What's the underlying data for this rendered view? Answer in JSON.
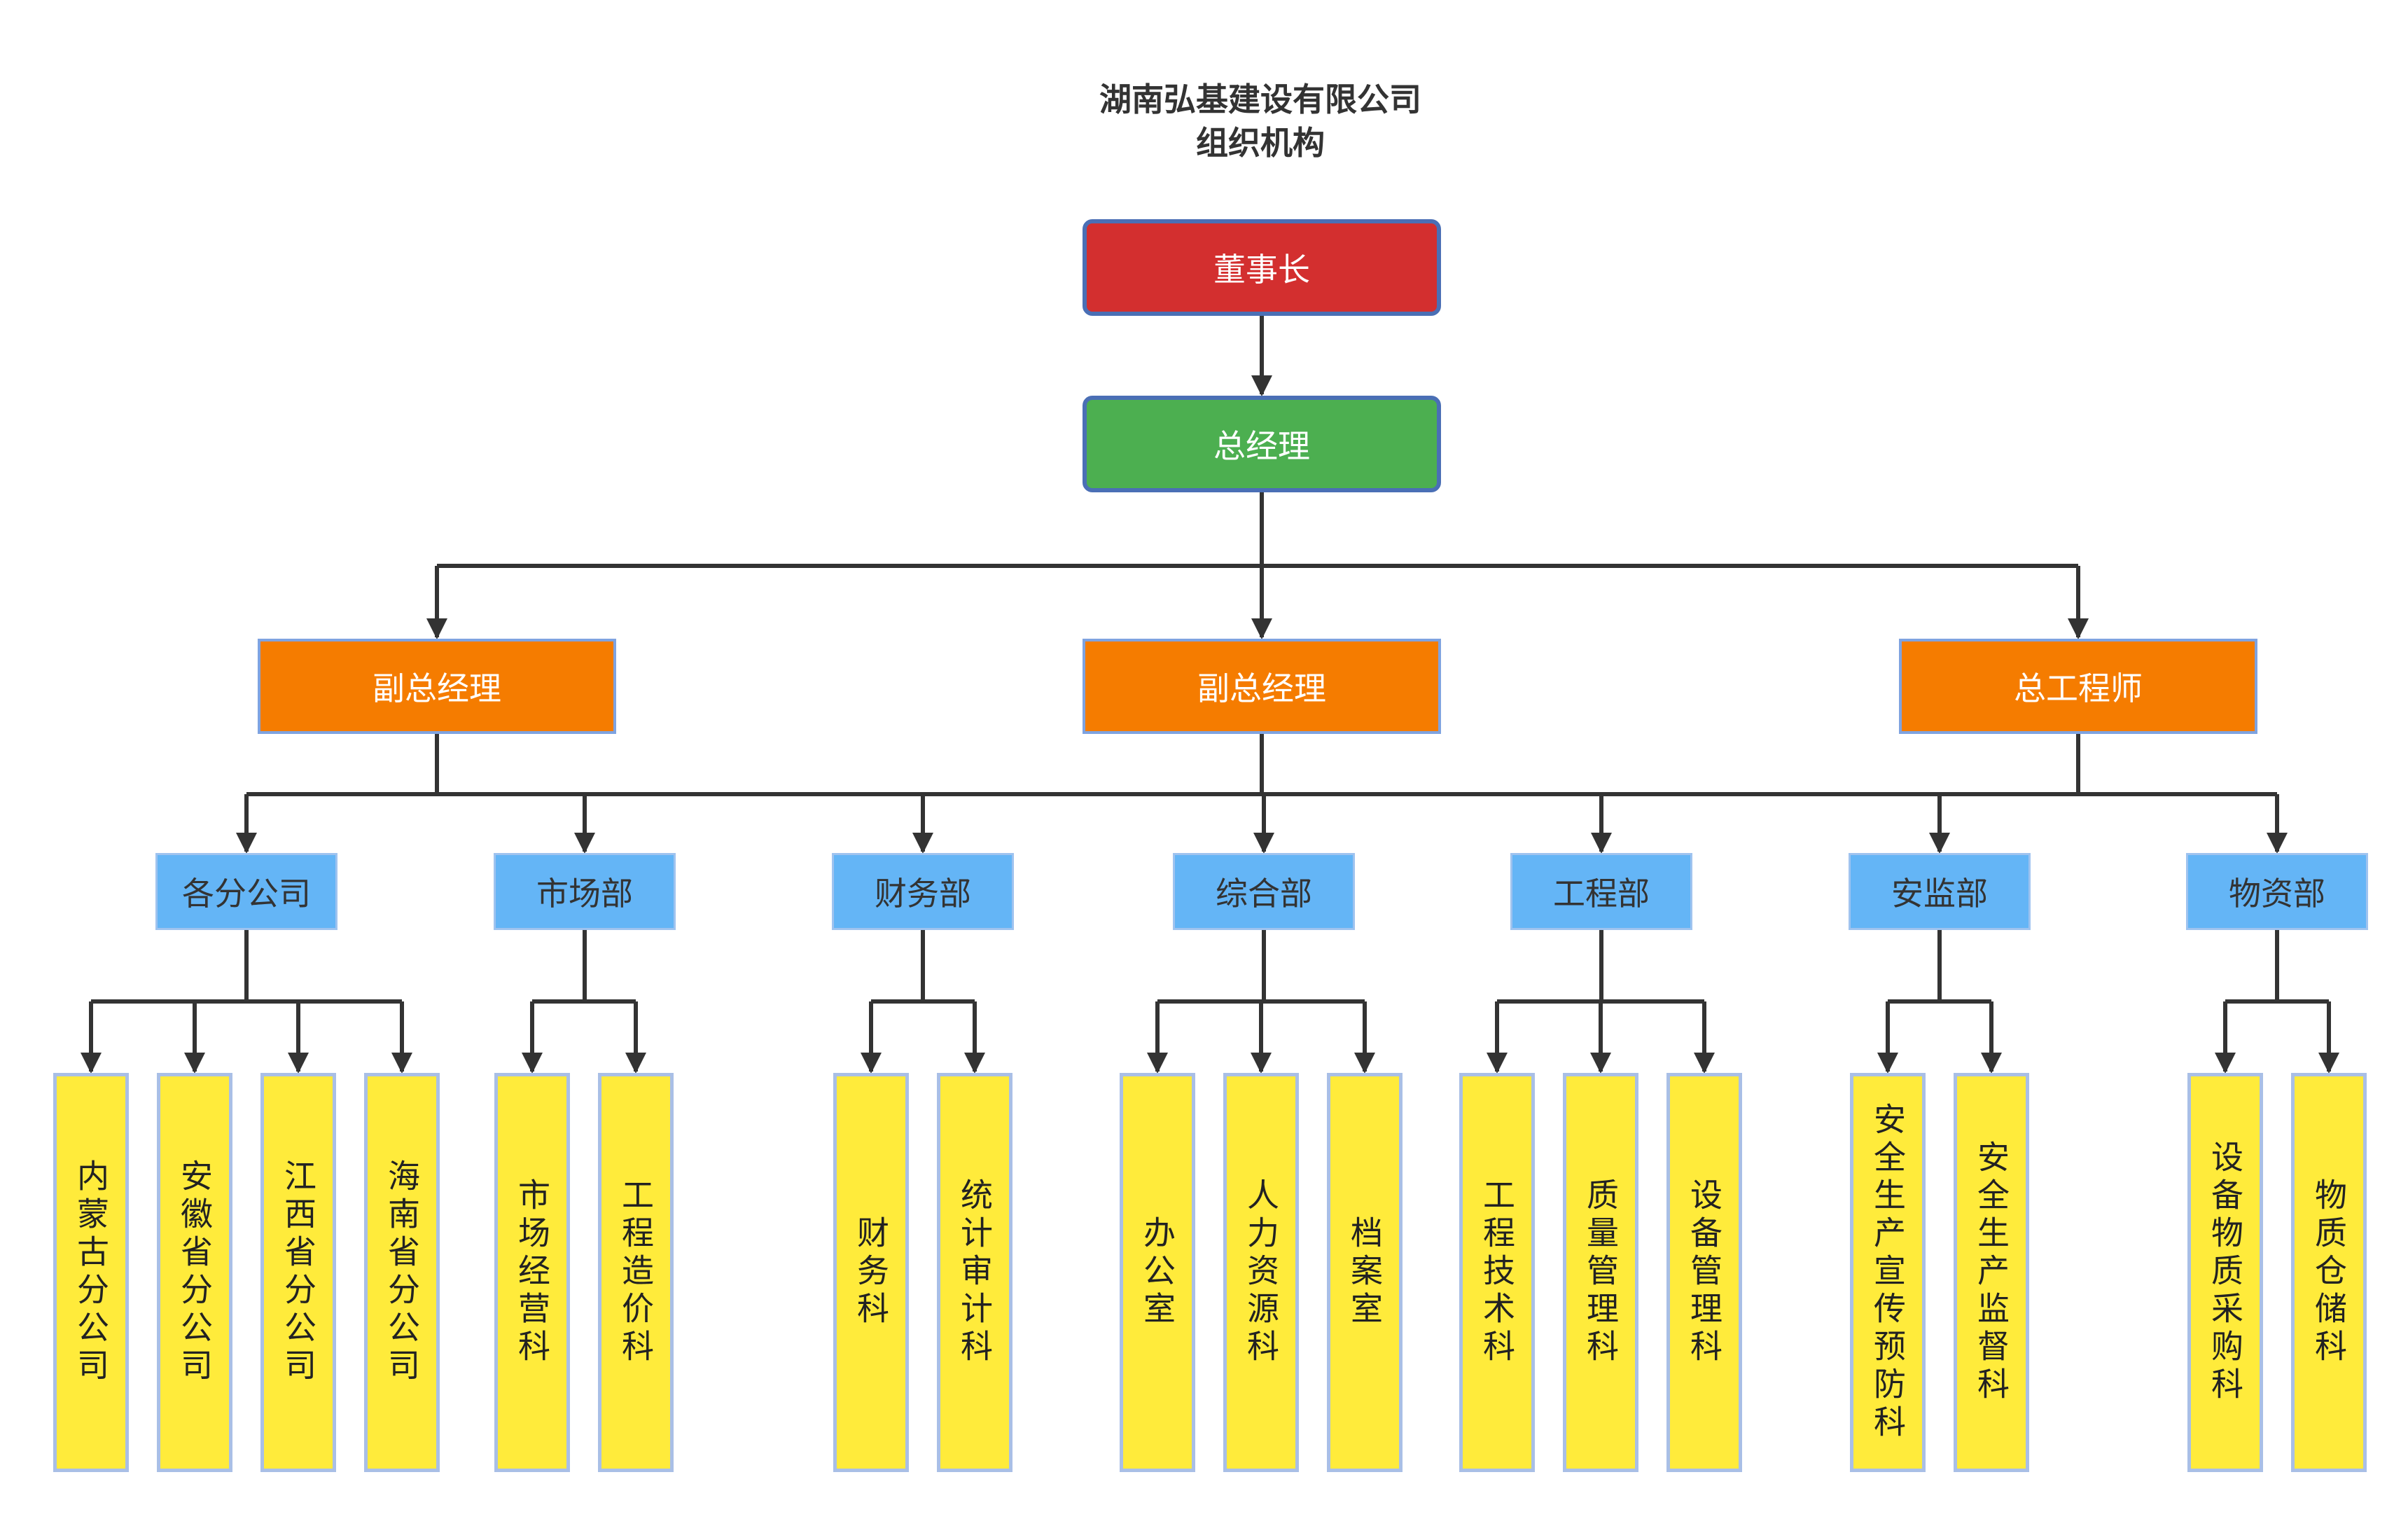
{
  "title": [
    "湖南弘基建设有限公司",
    "组织机构"
  ],
  "colors": {
    "chairman": "#d32f2f",
    "gm": "#4caf50",
    "deputy": "#f57c00",
    "dept": "#64b5f6",
    "leaf": "#ffeb3b",
    "line": "#333333"
  },
  "chairman": "董事长",
  "general_manager": "总经理",
  "level3": [
    "副总经理",
    "副总经理",
    "总工程师"
  ],
  "departments": [
    {
      "name": "各分公司",
      "children": [
        "内蒙古分公司",
        "安徽省分公司",
        "江西省分公司",
        "海南省分公司"
      ]
    },
    {
      "name": "市场部",
      "children": [
        "市场经营科",
        "工程造价科"
      ]
    },
    {
      "name": "财务部",
      "children": [
        "财务科",
        "统计审计科"
      ]
    },
    {
      "name": "综合部",
      "children": [
        "办公室",
        "人力资源科",
        "档案室"
      ]
    },
    {
      "name": "工程部",
      "children": [
        "工程技术科",
        "质量管理科",
        "设备管理科"
      ]
    },
    {
      "name": "安监部",
      "children": [
        "安全生产宣传预防科",
        "安全生产监督科"
      ]
    },
    {
      "name": "物资部",
      "children": [
        "设备物质采购科",
        "物质仓储科"
      ]
    }
  ]
}
